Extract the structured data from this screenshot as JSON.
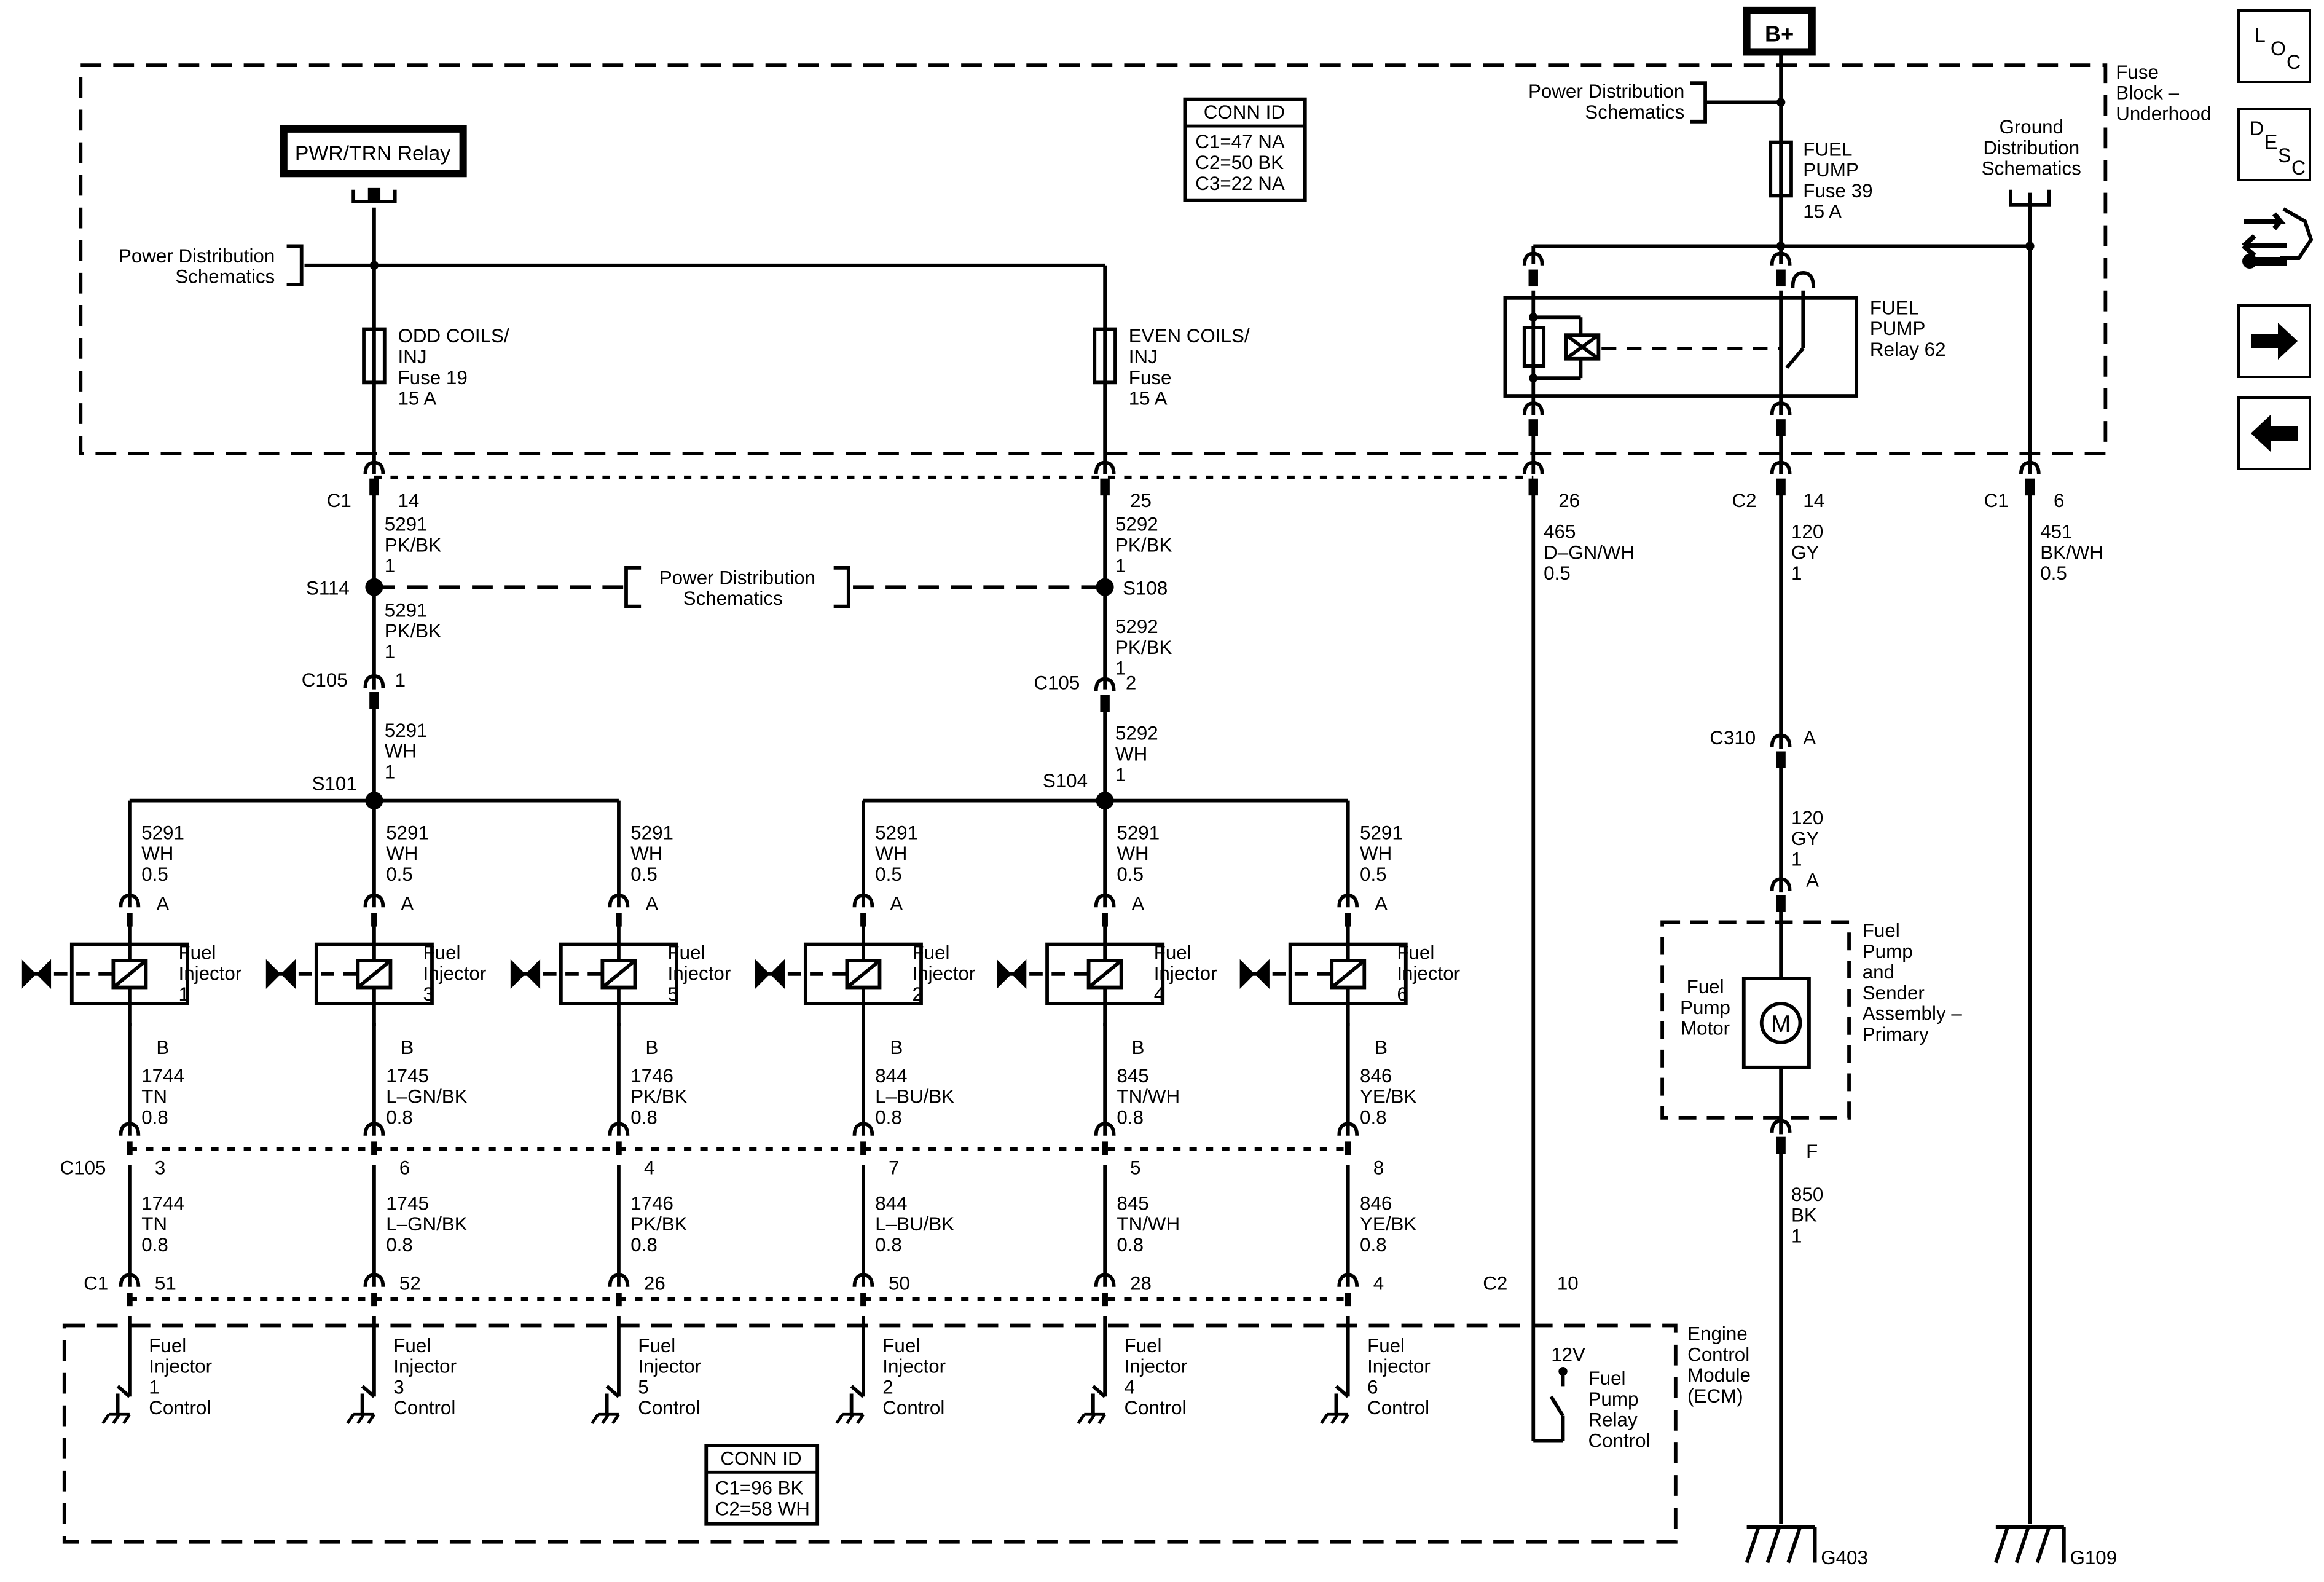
{
  "nav": {
    "loc": [
      "L",
      "O",
      "C"
    ],
    "desc": [
      "D",
      "E",
      "S",
      "C"
    ],
    "tool_icon": "tool-wrench-icon",
    "next_icon": "arrow-right-icon",
    "prev_icon": "arrow-left-icon"
  },
  "power": {
    "bplus": "B+",
    "relay_box": "PWR/TRN Relay",
    "pds_left": [
      "Power Distribution",
      "Schematics"
    ],
    "pds_mid": [
      "Power Distribution",
      "Schematics"
    ],
    "pds_top": [
      "Power Distribution",
      "Schematics"
    ],
    "ground_dist": [
      "Ground",
      "Distribution",
      "Schematics"
    ],
    "fuse_block": [
      "Fuse",
      "Block –",
      "Underhood"
    ]
  },
  "conn_id_top": {
    "title": "CONN ID",
    "lines": [
      "C1=47 NA",
      "C2=50 BK",
      "C3=22 NA"
    ]
  },
  "conn_id_bottom": {
    "title": "CONN ID",
    "lines": [
      "C1=96 BK",
      "C2=58 WH"
    ]
  },
  "fuses": {
    "odd": [
      "ODD COILS/",
      "INJ",
      "Fuse 19",
      "15 A"
    ],
    "even": [
      "EVEN COILS/",
      "INJ",
      "Fuse",
      "15 A"
    ],
    "fuel": [
      "FUEL",
      "PUMP",
      "Fuse 39",
      "15 A"
    ],
    "relay": [
      "FUEL",
      "PUMP",
      "Relay 62"
    ]
  },
  "connectors": {
    "c1_left": "C1",
    "c1_left_pin1": "14",
    "c1_left_pin2": "25",
    "c1_left_pin3": "26",
    "c2_mid": "C2",
    "c2_mid_pin": "14",
    "c1_right": "C1",
    "c1_right_pin": "6",
    "c105_a": "C105",
    "c105_a_pin": "1",
    "c105_b": "C105",
    "c105_b_pin": "2",
    "c310": "C310",
    "c310_pin": "A",
    "pump_pin_a": "A",
    "pump_pin_f": "F",
    "c105_row": "C105",
    "c1_row": "C1",
    "c2_row": "C2",
    "c2_row_pin": "10"
  },
  "splices": {
    "s114": "S114",
    "s108": "S108",
    "s101": "S101",
    "s104": "S104"
  },
  "wires": {
    "w5291_1": [
      "5291",
      "PK/BK",
      "1"
    ],
    "w5292_1": [
      "5292",
      "PK/BK",
      "1"
    ],
    "w5291_2": [
      "5291",
      "PK/BK",
      "1"
    ],
    "w5292_2": [
      "5292",
      "PK/BK",
      "1"
    ],
    "w5291_wh": [
      "5291",
      "WH",
      "1"
    ],
    "w5292_wh": [
      "5292",
      "WH",
      "1"
    ],
    "w465": [
      "465",
      "D–GN/WH",
      "0.5"
    ],
    "w120a": [
      "120",
      "GY",
      "1"
    ],
    "w120b": [
      "120",
      "GY",
      "1"
    ],
    "w451": [
      "451",
      "BK/WH",
      "0.5"
    ],
    "w850": [
      "850",
      "BK",
      "1"
    ]
  },
  "injectors": [
    {
      "feed": [
        "5291",
        "WH",
        "0.5"
      ],
      "name": [
        "Fuel",
        "Injector",
        "1"
      ],
      "out": [
        "1744",
        "TN",
        "0.8"
      ],
      "c105_pin": "3",
      "c1_pin": "51",
      "ecm": [
        "Fuel",
        "Injector",
        "1",
        "Control"
      ]
    },
    {
      "feed": [
        "5291",
        "WH",
        "0.5"
      ],
      "name": [
        "Fuel",
        "Injector",
        "3"
      ],
      "out": [
        "1745",
        "L–GN/BK",
        "0.8"
      ],
      "c105_pin": "6",
      "c1_pin": "52",
      "ecm": [
        "Fuel",
        "Injector",
        "3",
        "Control"
      ]
    },
    {
      "feed": [
        "5291",
        "WH",
        "0.5"
      ],
      "name": [
        "Fuel",
        "Injector",
        "5"
      ],
      "out": [
        "1746",
        "PK/BK",
        "0.8"
      ],
      "c105_pin": "4",
      "c1_pin": "26",
      "ecm": [
        "Fuel",
        "Injector",
        "5",
        "Control"
      ]
    },
    {
      "feed": [
        "5291",
        "WH",
        "0.5"
      ],
      "name": [
        "Fuel",
        "Injector",
        "2"
      ],
      "out": [
        "844",
        "L–BU/BK",
        "0.8"
      ],
      "c105_pin": "7",
      "c1_pin": "50",
      "ecm": [
        "Fuel",
        "Injector",
        "2",
        "Control"
      ]
    },
    {
      "feed": [
        "5291",
        "WH",
        "0.5"
      ],
      "name": [
        "Fuel",
        "Injector",
        "4"
      ],
      "out": [
        "845",
        "TN/WH",
        "0.8"
      ],
      "c105_pin": "5",
      "c1_pin": "28",
      "ecm": [
        "Fuel",
        "Injector",
        "4",
        "Control"
      ]
    },
    {
      "feed": [
        "5291",
        "WH",
        "0.5"
      ],
      "name": [
        "Fuel",
        "Injector",
        "6"
      ],
      "out": [
        "846",
        "YE/BK",
        "0.8"
      ],
      "c105_pin": "8",
      "c1_pin": "4",
      "ecm": [
        "Fuel",
        "Injector",
        "6",
        "Control"
      ]
    }
  ],
  "pin_letters": {
    "a": "A",
    "b": "B"
  },
  "pump": {
    "assembly": [
      "Fuel",
      "Pump",
      "and",
      "Sender",
      "Assembly –",
      "Primary"
    ],
    "motor": [
      "Fuel",
      "Pump",
      "Motor"
    ],
    "m": "M"
  },
  "ecm": {
    "name": [
      "Engine",
      "Control",
      "Module",
      "(ECM)"
    ],
    "relay_ctrl": [
      "Fuel",
      "Pump",
      "Relay",
      "Control"
    ],
    "v12": "12V"
  },
  "grounds": {
    "g403": "G403",
    "g109": "G109"
  }
}
